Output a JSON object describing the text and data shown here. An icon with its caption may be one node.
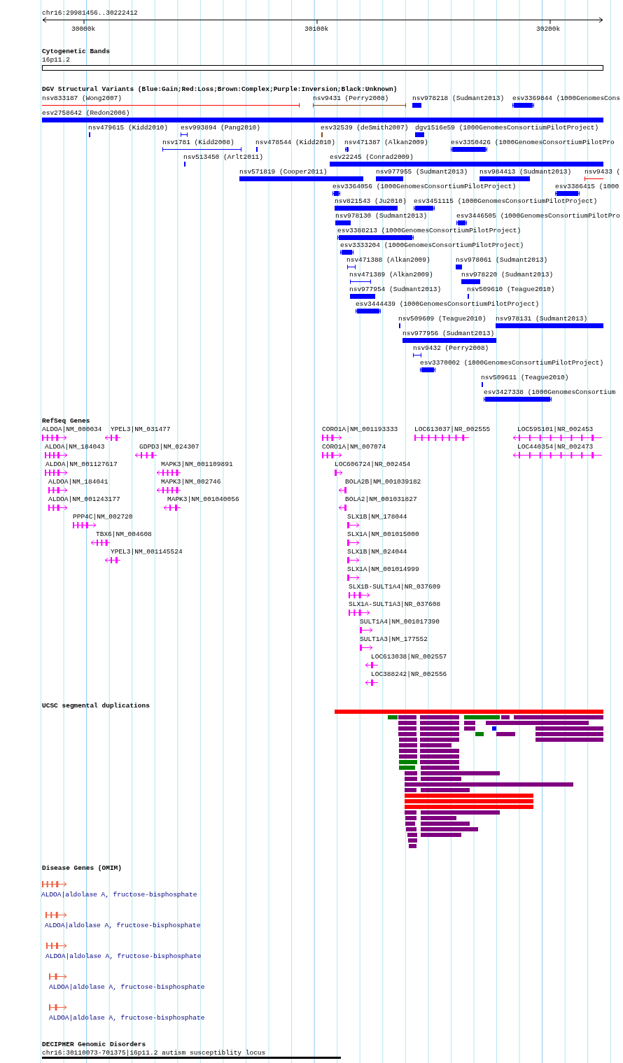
{
  "diagram": {
    "labels": [
      "chr16:29981456..30222412",
      "30000k",
      "30100k",
      "30200k",
      "Cytogenetic Bands",
      "16p11.2",
      "DGV Structural Variants (Blue:Gain;Red:Loss;Brown:Complex;Purple:Inversion;Black:Unknown)",
      "nsv833187 (Wong2007)",
      "nsv9431 (Perry2008)",
      "nsv978218 (Sudmant2013)",
      "esv3369844 (1000GenomesCons",
      "esv2758642 (Redon2006)",
      "nsv479615 (Kidd2010)",
      "esv993894 (Pang2010)",
      "esv32539 (deSmith2007)",
      "dgv1516e59 (1000GenomesConsortiumPilotProject)",
      "nsv1781 (Kidd2008)",
      "nsv478544 (Kidd2010)",
      "nsv471387 (Alkan2009)",
      "esv3350426 (1000GenomesConsortiumPilotPro",
      "nsv513450 (Arlt2011)",
      "esv22245 (Conrad2009)",
      "nsv571819 (Cooper2011)",
      "nsv977955 (Sudmant2013)",
      "nsv984413 (Sudmant2013)",
      "nsv9433 (",
      "esv3364056 (1000GenomesConsortiumPilotProject)",
      "esv3386415 (1000",
      "nsv821543 (Ju2010)",
      "esv3451115 (1000GenomesConsortiumPilotProject)",
      "nsv978130 (Sudmant2013)",
      "esv3446505 (1000GenomesConsortiumPilotPro",
      "esv3388213 (1000GenomesConsortiumPilotProject)",
      "esv3333204 (1000GenomesConsortiumPilotProject)",
      "nsv471388 (Alkan2009)",
      "nsv978061 (Sudmant2013)",
      "nsv471389 (Alkan2009)",
      "nsv978220 (Sudmant2013)",
      "nsv977954 (Sudmant2013)",
      "nsv509610 (Teague2010)",
      "esv3444439 (1000GenomesConsortiumPilotProject)",
      "nsv509609 (Teague2010)",
      "nsv978131 (Sudmant2013)",
      "nsv977956 (Sudmant2013)",
      "nsv9432 (Perry2008)",
      "esv3370002 (1000GenomesConsortiumPilotProject)",
      "nsv509611 (Teague2010)",
      "esv3427338 (1000GenomesConsortium",
      "RefSeq Genes",
      "ALDOA|NM_000034",
      "YPEL3|NM_031477",
      "CORO1A|NM_001193333",
      "LOC613037|NR_002555",
      "LOC595101|NR_002453",
      "ALDOA|NM_184043",
      "GDPD3|NM_024307",
      "CORO1A|NM_007074",
      "LOC440354|NR_002473",
      "ALDOA|NM_001127617",
      "MAPK3|NM_001109891",
      "LOC606724|NR_002454",
      "ALDOA|NM_184041",
      "MAPK3|NM_002746",
      "BOLA2B|NM_001039182",
      "ALDOA|NM_001243177",
      "MAPK3|NM_001040056",
      "BOLA2|NM_001031827",
      "PPP4C|NM_002720",
      "SLX1B|NM_178044",
      "TBX6|NM_004608",
      "SLX1A|NM_001015000",
      "YPEL3|NM_001145524",
      "SLX1B|NM_024044",
      "SLX1A|NM_001014999",
      "SLX1B-SULT1A4|NR_037609",
      "SLX1A-SULT1A3|NR_037608",
      "SULT1A4|NM_001017390",
      "SULT1A3|NM_177552",
      "LOC613038|NR_002557",
      "LOC388242|NR_002556",
      "UCSC segmental duplications",
      "Disease Genes (OMIM)",
      "ALDOA|aldolase A, fructose-bisphosphate",
      "ALDOA|aldolase A, fructose-bisphosphate",
      "ALDOA|aldolase A, fructose-bisphosphate",
      "ALDOA|aldolase A, fructose-bisphosphate",
      "ALDOA|aldolase A, fructose-bisphosphate",
      "DECIPHER Genomic Disorders",
      "chr16:30110073-701375|16p11.2 autism susceptiblity locus"
    ]
  }
}
